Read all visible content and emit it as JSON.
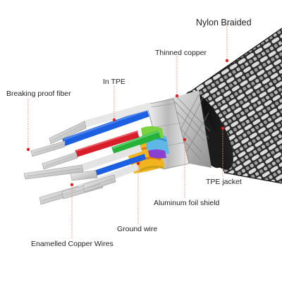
{
  "labels": {
    "nylon_braided": "Nylon Braided",
    "thinned_copper": "Thinned copper",
    "in_tpe": "In TPE",
    "breaking_proof_fiber": "Breaking proof fiber",
    "tpe_jacket": "TPE jacket",
    "aluminum_foil_shield": "Aluminum foil shield",
    "ground_wire": "Ground wire",
    "enamelled_copper_wires": "Enamelled Copper Wires"
  },
  "colors": {
    "leader_line": "#f08a8a",
    "leader_dot": "#e0201c",
    "wire_blue": "#1c5fe0",
    "wire_green": "#27b23a",
    "wire_red": "#d81e2a",
    "wire_white": "#f2f2f2",
    "braid_dark": "#2a2a2a",
    "braid_light": "#cfcfcf"
  }
}
